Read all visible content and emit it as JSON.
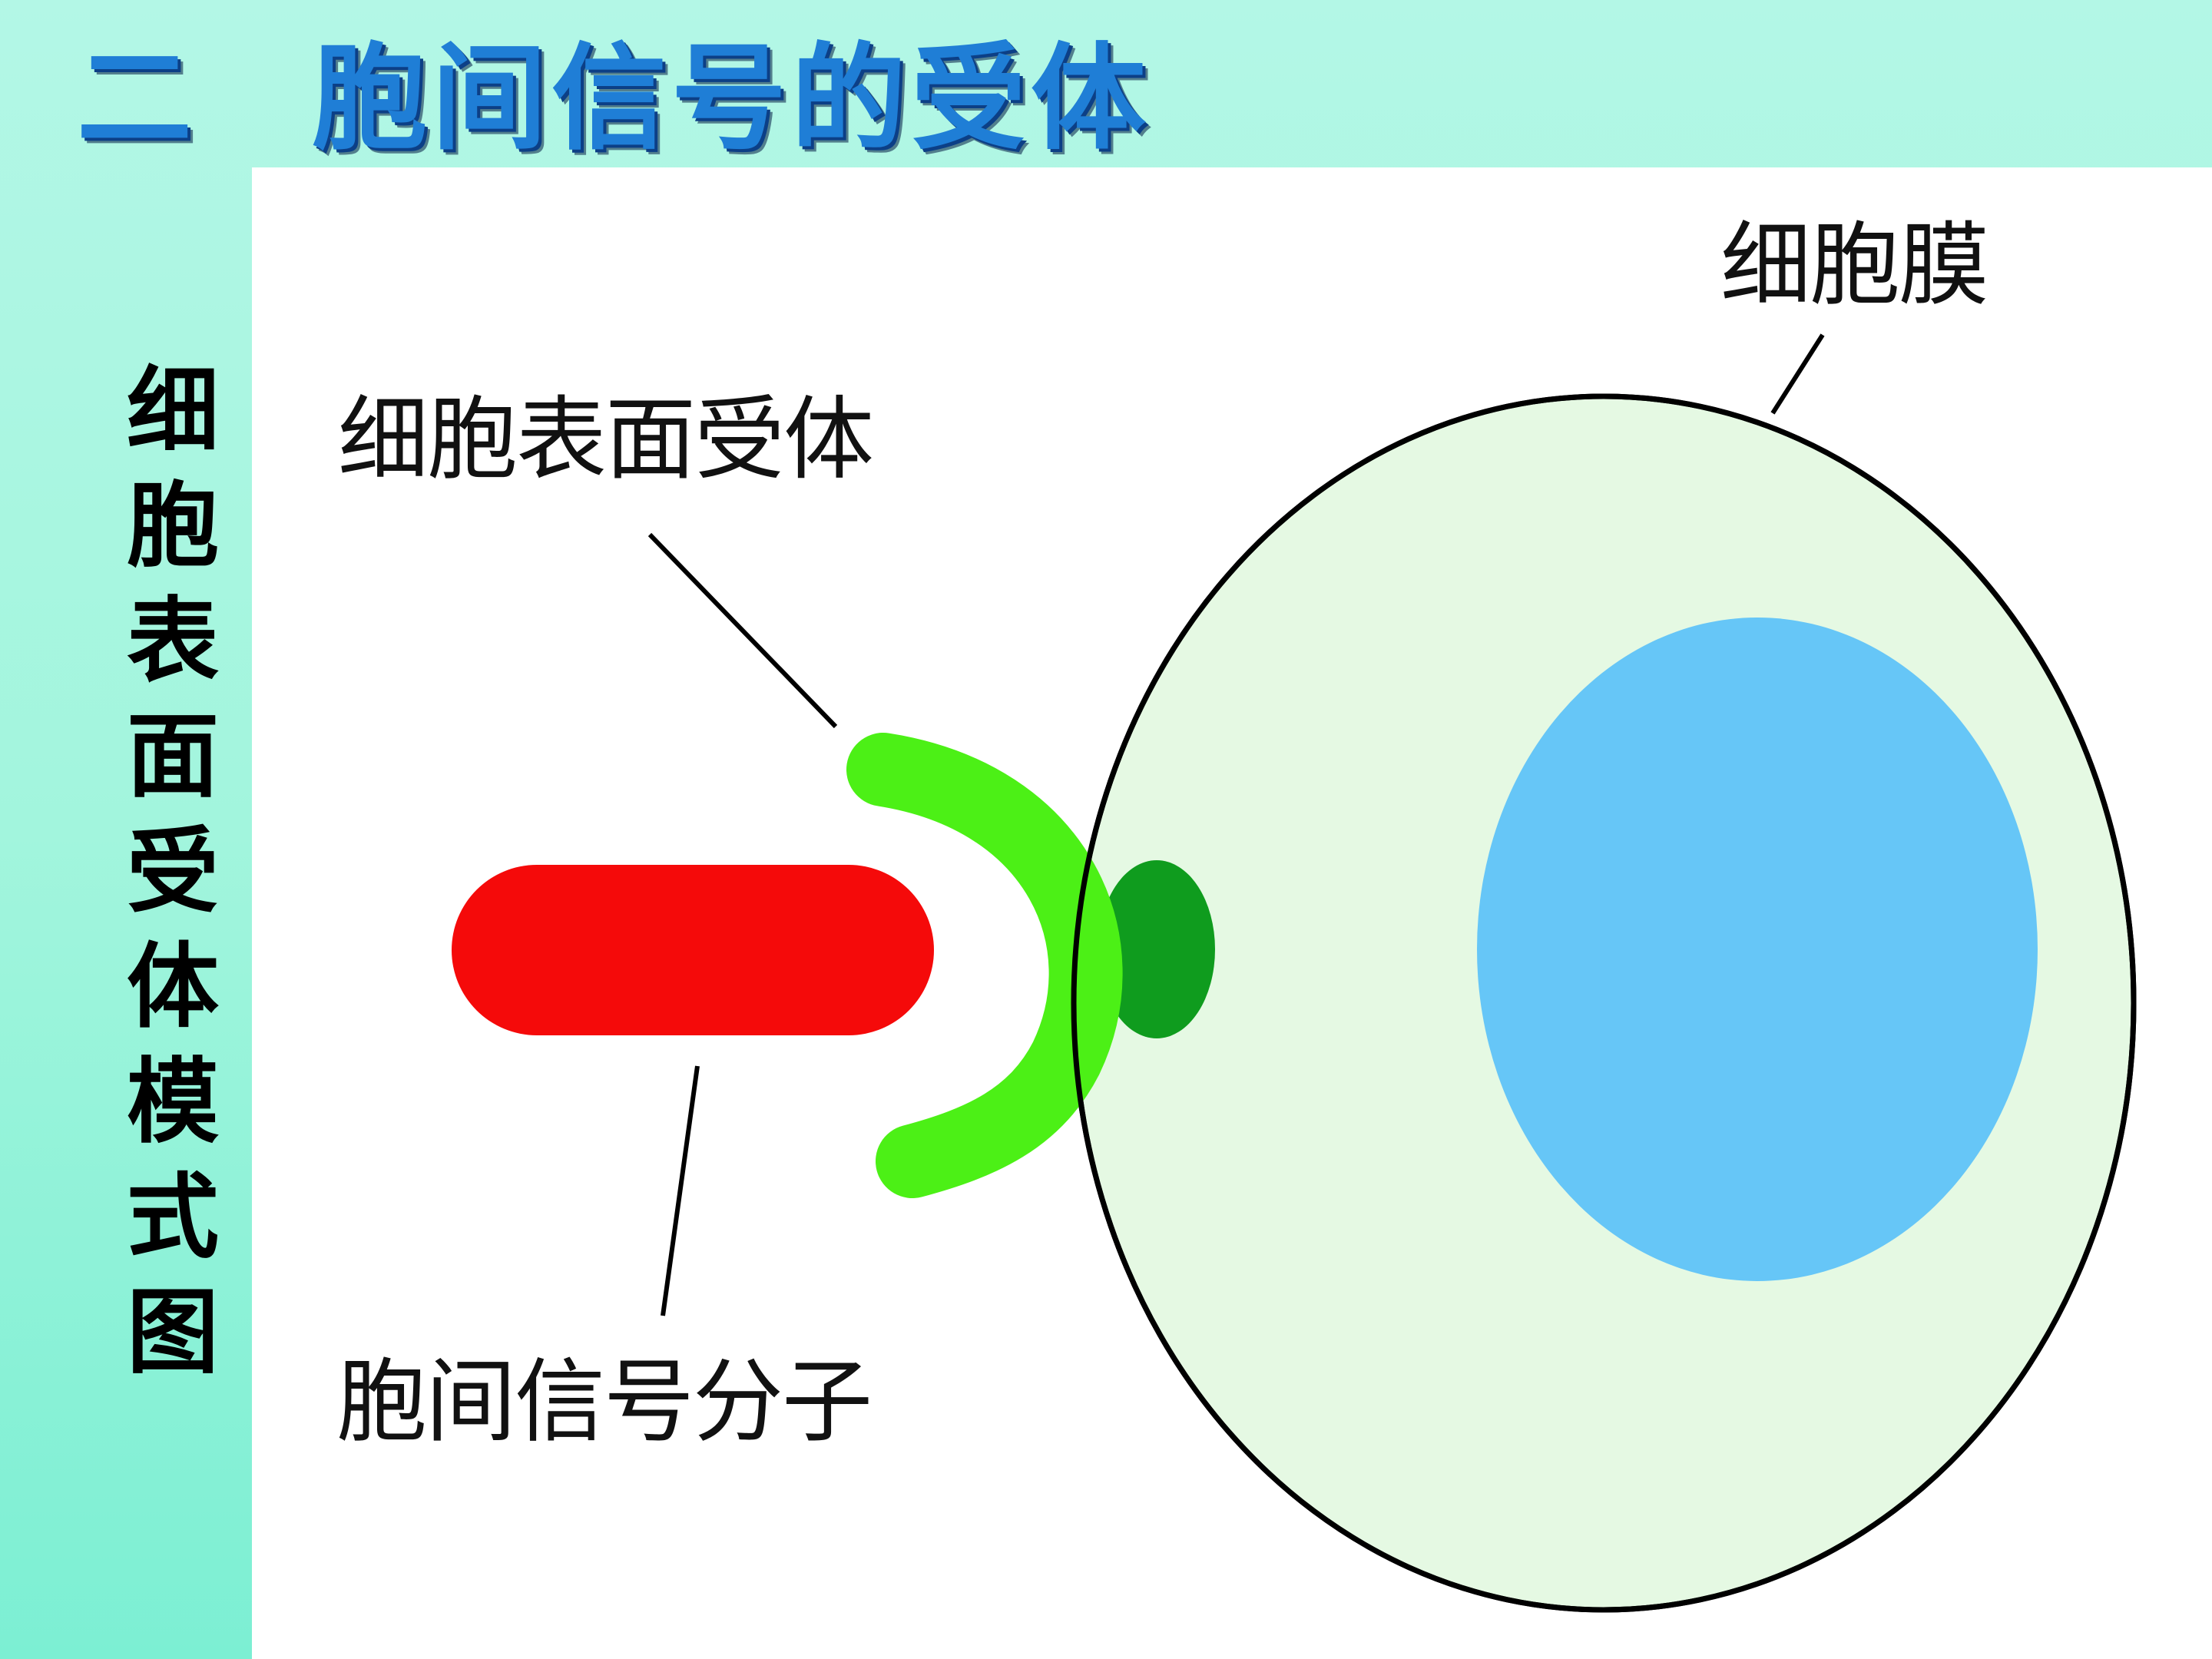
{
  "slide": {
    "title_number": "二",
    "title_text": "胞间信号的受体",
    "side_caption": [
      "细",
      "胞",
      "表",
      "面",
      "受",
      "体",
      "模",
      "式",
      "图"
    ]
  },
  "diagram": {
    "labels": {
      "membrane": "细胞膜",
      "surface_receptor": "细胞表面受体",
      "signal_molecule": "胞间信号分子"
    },
    "colors": {
      "background": "#a8f5df",
      "title": "#1f7ed6",
      "cell_fill": "#e5f9e3",
      "nucleus": "#66c6f7",
      "signal_molecule": "#f50a0a",
      "receptor": "#4cf016",
      "receptor_inner": "#0f9c1e"
    }
  }
}
